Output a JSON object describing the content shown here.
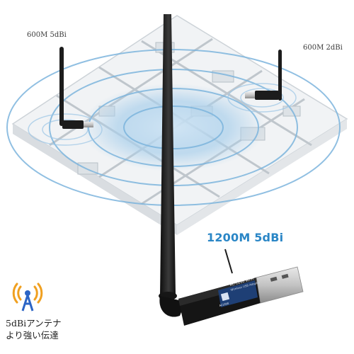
{
  "labels": {
    "left_antenna": "600M 5dBi",
    "right_antenna": "600M 2dBi",
    "main_antenna": "1200M 5dBi"
  },
  "caption": {
    "line1": "5dBiアンテナ",
    "line2": "より強い伝達"
  },
  "adapter_text": {
    "line1": "AC-1200 Wi-Fi",
    "line2": "Wireless USB Adapter",
    "chip": "AC1200"
  },
  "icons": [
    "signal-tower-icon"
  ],
  "colors": {
    "accent": "#2a86c6",
    "signal_ring": "#7db5dd",
    "antenna": "#1e1e1e",
    "icon_bars": "#f0a020",
    "icon_mast": "#2b64c5"
  }
}
